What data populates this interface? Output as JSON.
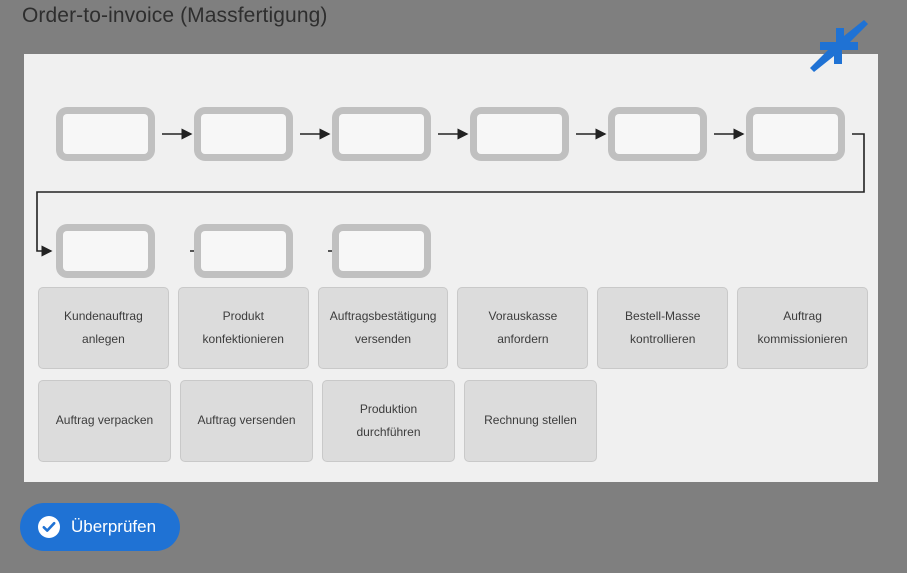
{
  "header": {
    "title": "Order-to-invoice (Massfertigung)",
    "collapse_icon": "collapse-arrows-icon"
  },
  "colors": {
    "page_background": "#7f7f7f",
    "canvas_background": "#f0f0f0",
    "accent_blue": "#1f72d4",
    "dropzone_border": "#c0c0c0",
    "dropzone_fill": "#f7f7f7",
    "card_fill": "#dcdcdc",
    "connector": "#222222"
  },
  "flow": {
    "row1_slots": 6,
    "row2_slots": 3,
    "slots": [
      {
        "id": "slot-1",
        "value": ""
      },
      {
        "id": "slot-2",
        "value": ""
      },
      {
        "id": "slot-3",
        "value": ""
      },
      {
        "id": "slot-4",
        "value": ""
      },
      {
        "id": "slot-5",
        "value": ""
      },
      {
        "id": "slot-6",
        "value": ""
      },
      {
        "id": "slot-7",
        "value": ""
      },
      {
        "id": "slot-8",
        "value": ""
      },
      {
        "id": "slot-9",
        "value": ""
      }
    ]
  },
  "palette": {
    "row1": [
      {
        "line1": "Kundenauftrag",
        "line2": "anlegen"
      },
      {
        "line1": "Produkt",
        "line2": "konfektionieren"
      },
      {
        "line1": "Auftragsbestätigung",
        "line2": "versenden"
      },
      {
        "line1": "Vorauskasse",
        "line2": "anfordern"
      },
      {
        "line1": "Bestell-Masse",
        "line2": "kontrollieren"
      },
      {
        "line1": "Auftrag",
        "line2": "kommissionieren"
      }
    ],
    "row2": [
      {
        "line1": "Auftrag verpacken",
        "line2": ""
      },
      {
        "line1": "Auftrag versenden",
        "line2": ""
      },
      {
        "line1": "Produktion",
        "line2": "durchführen"
      },
      {
        "line1": "Rechnung stellen",
        "line2": ""
      }
    ]
  },
  "footer": {
    "check_label": "Überprüfen",
    "check_icon": "check-circle-icon"
  }
}
